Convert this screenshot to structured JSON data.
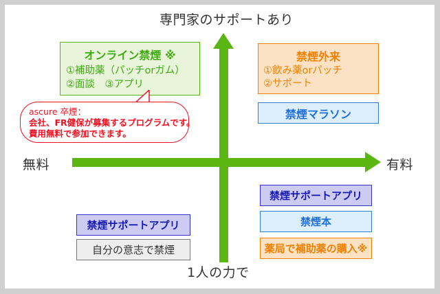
{
  "diagram": {
    "title_note": "Smoking cessation methods quadrant map",
    "colors": {
      "axis_green": "#5bb513",
      "green_accent": "#3faa0e",
      "orange_accent": "#f08000",
      "blue_accent": "#1f6fd8",
      "purple_accent": "#1919b3",
      "gray_accent": "#333333",
      "callout_red": "#ee1122",
      "frame_gray": "#cfcfcf"
    },
    "axes": {
      "top_label": "専門家のサポートあり",
      "bottom_label": "1人の力で",
      "left_label": "無料",
      "right_label": "有料"
    },
    "boxes": {
      "online": {
        "title": "オンライン禁煙 ※",
        "lines": [
          "①補助薬（パッチorガム）",
          "②面談　③アプリ"
        ]
      },
      "clinic": {
        "title": "禁煙外来",
        "lines": [
          "①飲み薬orパッチ",
          "②サポート"
        ]
      },
      "marathon": {
        "title": "禁煙マラソン"
      },
      "bl_app": {
        "title": "禁煙サポートアプリ"
      },
      "bl_will": {
        "title": "自分の意志で禁煙"
      },
      "br_app": {
        "title": "禁煙サポートアプリ"
      },
      "br_book": {
        "title": "禁煙本"
      },
      "br_pharmacy": {
        "title": "薬局で補助薬の購入※"
      }
    },
    "callout": {
      "lines": [
        "ascure 卒煙：",
        "会社、FR健保が募集するプログラムです。",
        "費用無料で参加できます。"
      ]
    }
  }
}
